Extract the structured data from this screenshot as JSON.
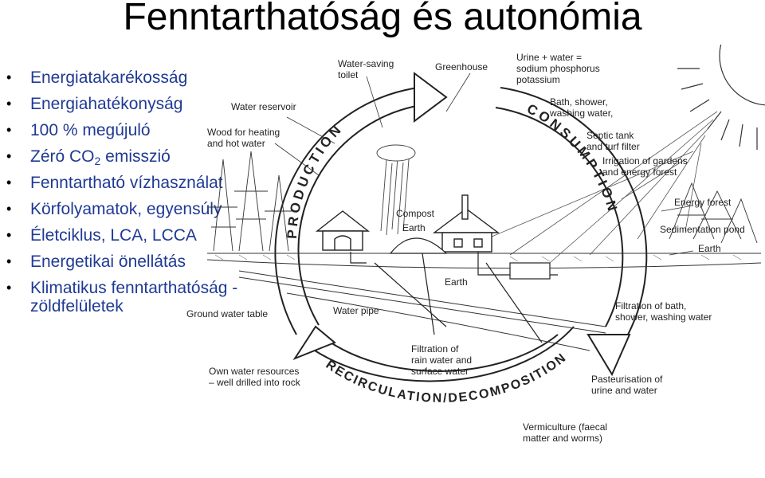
{
  "slide": {
    "title": "Fenntarthatóság és autonómia",
    "bullets": [
      {
        "text": "Energiatakarékosság"
      },
      {
        "text": "Energiahatékonyság"
      },
      {
        "text": "100 % megújuló"
      },
      {
        "pre": "Zéró CO",
        "sub": "2",
        "post": " emisszió"
      },
      {
        "text": "Fenntartható vízhasználat"
      },
      {
        "text": "Körfolyamatok, egyensúly"
      },
      {
        "text": "Életciklus, LCA, LCCA"
      },
      {
        "text": "Energetikai önellátás"
      },
      {
        "text": "Klimatikus fenntarthatóság - zöldfelületek"
      }
    ]
  },
  "diagram": {
    "arcs": {
      "production": "PRODUCTION",
      "consumption": "CONSUMPTION",
      "recirculation": "RECIRCULATION/DECOMPOSITION"
    },
    "labels": {
      "water_saving_1": "Water-saving",
      "water_saving_2": "toilet",
      "greenhouse": "Greenhouse",
      "urine_1": "Urine + water =",
      "urine_2": "sodium phosphorus",
      "urine_3": "potassium",
      "water_reservoir": "Water reservoir",
      "bath_1": "Bath, shower,",
      "bath_2": "washing water,",
      "wood_1": "Wood for heating",
      "wood_2": "and hot water",
      "septic_1": "Septic tank",
      "septic_2": "and turf filter",
      "irrigation_1": "Irrigation of gardens",
      "irrigation_2": "and energy forest",
      "compost": "Compost",
      "earth_1": "Earth",
      "energy_forest": "Energy forest",
      "sedimentation": "Sedimentation pond",
      "earth_2": "Earth",
      "earth_3": "Earth",
      "ground_water": "Ground water table",
      "water_pipe": "Water pipe",
      "filtration_bath_1": "Filtration of bath,",
      "filtration_bath_2": "shower, washing water",
      "filtration_rain_1": "Filtration of",
      "filtration_rain_2": "rain water and",
      "filtration_rain_3": "surface water",
      "own_water_1": "Own water resources",
      "own_water_2": "– well drilled into rock",
      "pasteurisation_1": "Pasteurisation of",
      "pasteurisation_2": "urine and water",
      "vermiculture_1": "Vermiculture (faecal",
      "vermiculture_2": "matter and worms)"
    }
  }
}
